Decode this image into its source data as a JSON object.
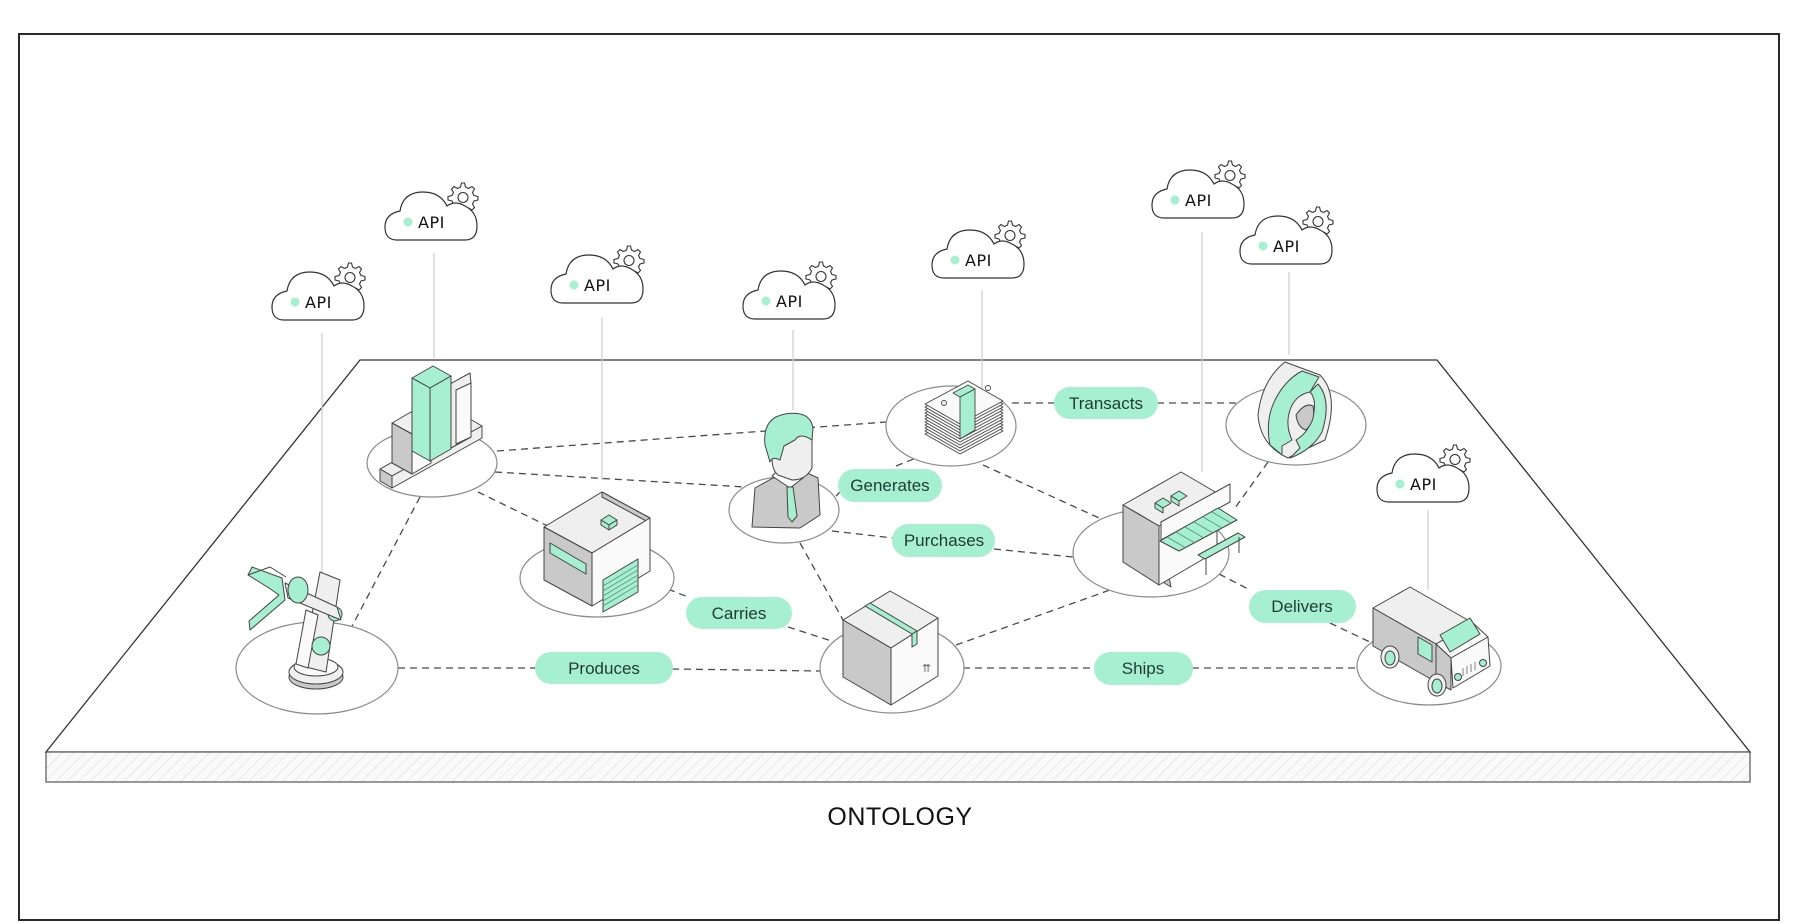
{
  "caption": "ONTOLOGY",
  "colors": {
    "accent": "#a7efd1",
    "accent_stroke": "#5a8f7c",
    "line": "#555555",
    "ellipse": "#8a8a8a",
    "grey": "#c9c9c9",
    "light": "#efefef",
    "text": "#1f3b34"
  },
  "api_label": "API",
  "nodes": [
    {
      "id": "factory",
      "icon": "bar-chart-building-icon"
    },
    {
      "id": "robot",
      "icon": "robot-arm-icon"
    },
    {
      "id": "warehouse",
      "icon": "warehouse-icon"
    },
    {
      "id": "person",
      "icon": "person-icon"
    },
    {
      "id": "money",
      "icon": "money-stack-icon"
    },
    {
      "id": "box",
      "icon": "package-box-icon"
    },
    {
      "id": "store",
      "icon": "storefront-icon"
    },
    {
      "id": "recycle",
      "icon": "sync-arrows-icon"
    },
    {
      "id": "truck",
      "icon": "delivery-truck-icon"
    }
  ],
  "relations": [
    {
      "label": "Produces",
      "from": "robot",
      "to": "box"
    },
    {
      "label": "Carries",
      "from": "warehouse",
      "to": "box"
    },
    {
      "label": "Generates",
      "from": "person",
      "to": "money"
    },
    {
      "label": "Purchases",
      "from": "person",
      "to": "store"
    },
    {
      "label": "Transacts",
      "from": "money",
      "to": "recycle"
    },
    {
      "label": "Delivers",
      "from": "store",
      "to": "truck"
    },
    {
      "label": "Ships",
      "from": "box",
      "to": "truck"
    }
  ],
  "apis": [
    {
      "node": "robot",
      "label": "API"
    },
    {
      "node": "factory",
      "label": "API"
    },
    {
      "node": "warehouse",
      "label": "API"
    },
    {
      "node": "person",
      "label": "API"
    },
    {
      "node": "money",
      "label": "API"
    },
    {
      "node": "store",
      "label": "API"
    },
    {
      "node": "recycle",
      "label": "API"
    },
    {
      "node": "truck",
      "label": "API"
    }
  ]
}
